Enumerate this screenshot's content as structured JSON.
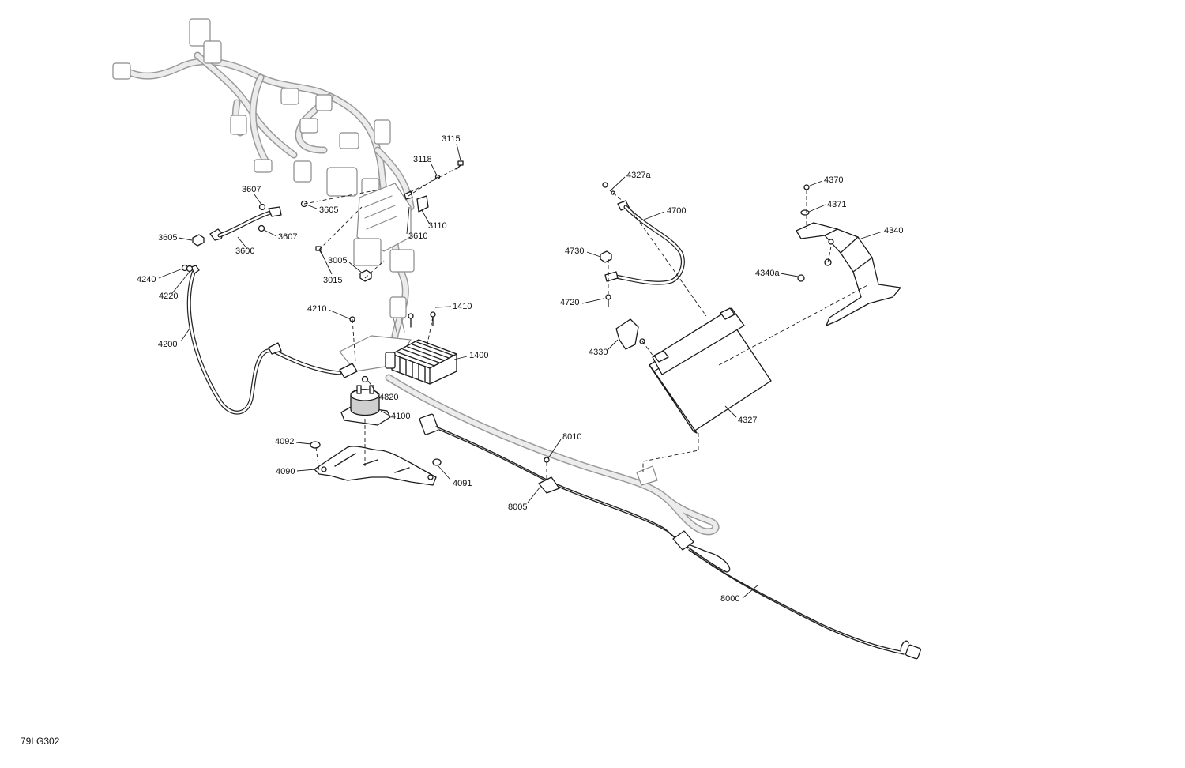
{
  "figure_ref": "79LG302",
  "callouts": [
    {
      "id": "c3115",
      "text": "3115"
    },
    {
      "id": "c3118",
      "text": "3118"
    },
    {
      "id": "c3607a",
      "text": "3607"
    },
    {
      "id": "c3605a",
      "text": "3605"
    },
    {
      "id": "c3607b",
      "text": "3607"
    },
    {
      "id": "c3605b",
      "text": "3605"
    },
    {
      "id": "c3600",
      "text": "3600"
    },
    {
      "id": "c3610",
      "text": "3610"
    },
    {
      "id": "c3110",
      "text": "3110"
    },
    {
      "id": "c3005",
      "text": "3005"
    },
    {
      "id": "c3015",
      "text": "3015"
    },
    {
      "id": "c4240",
      "text": "4240"
    },
    {
      "id": "c4220",
      "text": "4220"
    },
    {
      "id": "c4200",
      "text": "4200"
    },
    {
      "id": "c4210",
      "text": "4210"
    },
    {
      "id": "c1410",
      "text": "1410"
    },
    {
      "id": "c1400",
      "text": "1400"
    },
    {
      "id": "c4820",
      "text": "4820"
    },
    {
      "id": "c4100",
      "text": "4100"
    },
    {
      "id": "c4092",
      "text": "4092"
    },
    {
      "id": "c4090",
      "text": "4090"
    },
    {
      "id": "c4091",
      "text": "4091"
    },
    {
      "id": "c8010",
      "text": "8010"
    },
    {
      "id": "c8005",
      "text": "8005"
    },
    {
      "id": "c8000",
      "text": "8000"
    },
    {
      "id": "c4327a",
      "text": "4327a"
    },
    {
      "id": "c4700",
      "text": "4700"
    },
    {
      "id": "c4730",
      "text": "4730"
    },
    {
      "id": "c4720",
      "text": "4720"
    },
    {
      "id": "c4330",
      "text": "4330"
    },
    {
      "id": "c4327",
      "text": "4327"
    },
    {
      "id": "c4370",
      "text": "4370"
    },
    {
      "id": "c4371",
      "text": "4371"
    },
    {
      "id": "c4340",
      "text": "4340"
    },
    {
      "id": "c4340a",
      "text": "4340a"
    }
  ]
}
